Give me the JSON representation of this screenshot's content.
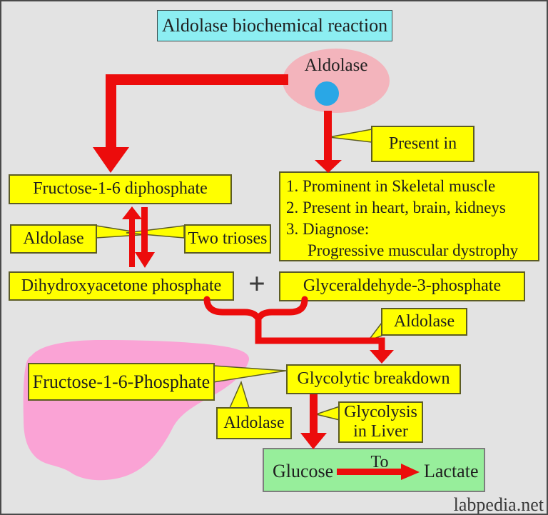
{
  "title": "Aldolase biochemical reaction",
  "enzyme_bubble": {
    "label": "Aldolase"
  },
  "boxes": {
    "fructose_diphosphate": "Fructose-1-6 diphosphate",
    "present_in": "Present in",
    "info_lines": [
      "1. Prominent in Skeletal muscle",
      "2. Present in heart, brain, kidneys",
      "3. Diagnose:",
      "Progressive muscular dystrophy"
    ],
    "aldolase_left": "Aldolase",
    "two_trioses": "Two trioses",
    "dihydroxyacetone": "Dihydroxyacetone phosphate",
    "plus_sign": "+",
    "glyceraldehyde": "Glyceraldehyde-3-phosphate",
    "aldolase_mid": "Aldolase",
    "fructose_phosphate": "Fructose-1-6-Phosphate",
    "aldolase_liver": "Aldolase",
    "glycolytic_breakdown": "Glycolytic breakdown",
    "glycolysis_line1": "Glycolysis",
    "glycolysis_line2": "in Liver",
    "glucose": "Glucose",
    "to_label": "To",
    "lactate": "Lactate"
  },
  "watermark": "labpedia.net",
  "colors": {
    "bg": "#e3e3e3",
    "yellow": "#ffff00",
    "yellow_border": "#5c5c24",
    "cyan": "#8ceef2",
    "red": "#ec0c0c",
    "ellipse_pink": "#f3b4bc",
    "bubble_blue": "#29a7e6",
    "liver_pink": "#faa3d5",
    "green": "#97ee9b",
    "ink": "#1f1f1f"
  }
}
